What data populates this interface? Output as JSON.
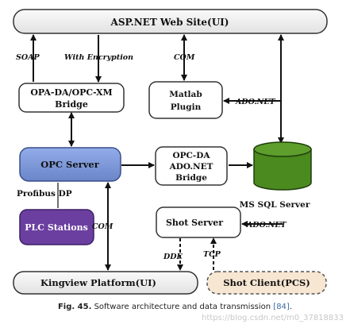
{
  "nodes": {
    "web_site": "ASP.NET Web Site(UI)",
    "opa_bridge": [
      "OPA-DA/OPC-XM",
      "Bridge"
    ],
    "matlab": [
      "Matlab",
      "Plugin"
    ],
    "opc_server": "OPC Server",
    "opcda_bridge": [
      "OPC-DA",
      "ADO.NET",
      "Bridge"
    ],
    "sql_server": "MS SQL Server",
    "profibus": "Profibus DP",
    "plc": "PLC Stations",
    "shot_server": "Shot Server",
    "kingview": "Kingview Platform(UI)",
    "shot_client": "Shot Client(PCS)"
  },
  "edges": {
    "soap": "SOAP",
    "encryption": "With Encryption",
    "com_top": "COM",
    "adonet_matlab": "ADO.NET",
    "com_kingview": "COM",
    "adonet_shot": "ADO.NET",
    "dde": "DDE",
    "tcp": "TCP"
  },
  "caption": {
    "label": "Fig. 45.",
    "text": "Software architecture and data transmission",
    "ref": "[84]",
    "end": "."
  },
  "watermark": "https://blog.csdn.net/m0_37818833",
  "colors": {
    "opc_server_fill": "#7b96d6",
    "plc_fill": "#6b3fa0",
    "sql_fill": "#4a8a1e",
    "shot_client_fill": "#f7e6d2",
    "ui_bar_fill": "#eeeeee"
  }
}
